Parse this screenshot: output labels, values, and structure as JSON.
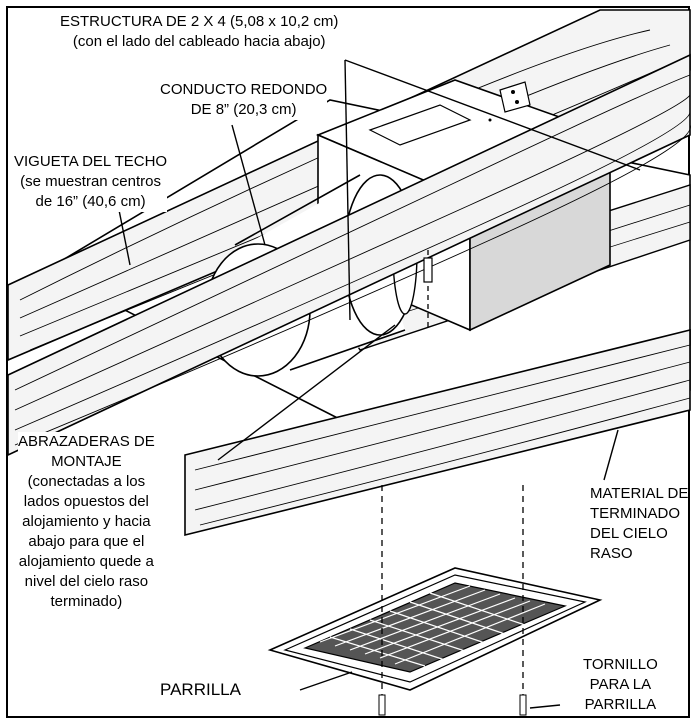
{
  "labels": {
    "framing": {
      "line1": "ESTRUCTURA DE 2 X 4 (5,08 x 10,2 cm)",
      "line2": "(con el lado del cableado hacia abajo)"
    },
    "duct": {
      "line1": "CONDUCTO REDONDO",
      "line2": "DE 8” (20,3 cm)"
    },
    "joist": {
      "line1": "VIGUETA DEL TECHO",
      "line2": "(se muestran centros",
      "line3": "de 16” (40,6 cm)"
    },
    "brackets": {
      "line1": "ABRAZADERAS DE",
      "line2": "MONTAJE",
      "line3": "(conectadas a los",
      "line4": "lados opuestos del",
      "line5": "alojamiento y hacia",
      "line6": "abajo para que el",
      "line7": "alojamiento quede a",
      "line8": "nivel del cielo raso",
      "line9": "terminado)"
    },
    "ceiling": {
      "line1": "MATERIAL DE",
      "line2": "TERMINADO",
      "line3": "DEL CIELO",
      "line4": "RASO"
    },
    "grille": "PARRILLA",
    "screw": {
      "line1": "TORNILLO",
      "line2": "PARA  LA",
      "line3": "PARRILLA"
    }
  },
  "colors": {
    "ink": "#000000",
    "paper": "#ffffff",
    "wood": "#f4f4f4",
    "housing_dark": "#d8d8d8"
  }
}
